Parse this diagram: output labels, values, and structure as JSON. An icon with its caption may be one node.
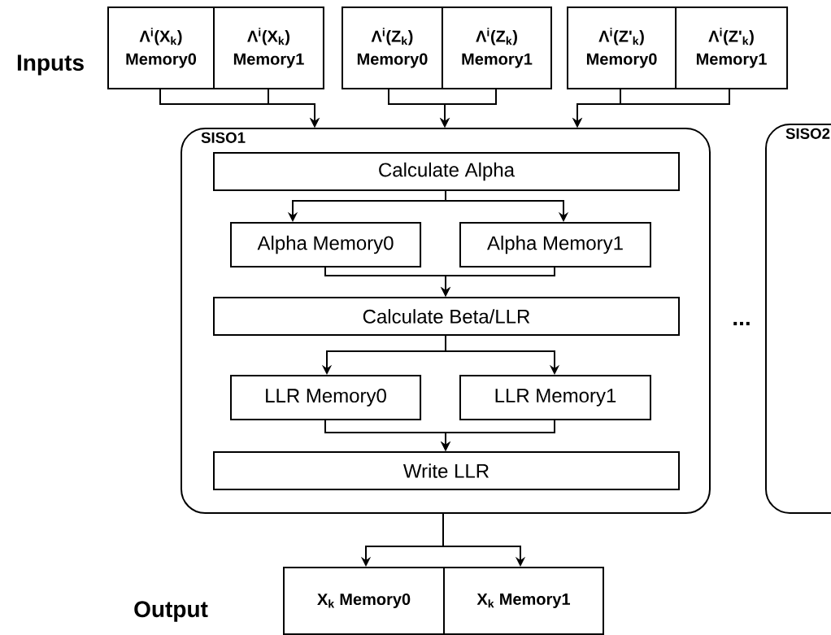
{
  "diagram": {
    "nodes": [
      {
        "text": [
          "Λ$^{i}$(X$_{k}$)",
          "Memory0"
        ]
      },
      {
        "text": [
          "Λ$^{i}$(X$_{k}$)",
          "Memory1"
        ]
      },
      {
        "text": [
          "Λ$^{i}$(Z$_{k}$)",
          "Memory0"
        ]
      },
      {
        "text": [
          "Λ$^{i}$(Z$_{k}$)",
          "Memory1"
        ]
      },
      {
        "text": [
          "Λ$^{i}$(Z'$_{k}$)",
          "Memory0"
        ]
      },
      {
        "text": [
          "Λ$^{i}$(Z'$_{k}$)",
          "Memory1"
        ]
      },
      {
        "text": [
          "SISO1"
        ]
      },
      {
        "text": [
          "Calculate Alpha"
        ],
        "in": 6
      },
      {
        "text": [
          "Alpha Memory0"
        ],
        "in": 6
      },
      {
        "text": [
          "Alpha Memory1"
        ],
        "in": 6
      },
      {
        "text": [
          "Calculate Beta/LLR"
        ],
        "in": 6
      },
      {
        "text": [
          "LLR Memory0"
        ],
        "in": 6
      },
      {
        "text": [
          "LLR Memory1"
        ],
        "in": 6
      },
      {
        "text": [
          "Write LLR"
        ],
        "in": 6
      },
      {
        "text": [
          "SISO2"
        ]
      },
      {
        "text": [
          "X$_{k}$ Memory0"
        ]
      },
      {
        "text": [
          "X$_{k}$ Memory1"
        ]
      }
    ],
    "edges": [
      {
        "from": 0,
        "to": 6,
        "arrow": "to"
      },
      {
        "from": 1,
        "to": 6,
        "arrow": "to"
      },
      {
        "from": 2,
        "to": 6,
        "arrow": "to"
      },
      {
        "from": 3,
        "to": 6,
        "arrow": "to"
      },
      {
        "from": 4,
        "to": 6,
        "arrow": "to"
      },
      {
        "from": 5,
        "to": 6,
        "arrow": "to"
      },
      {
        "from": 7,
        "to": 8,
        "arrow": "to"
      },
      {
        "from": 7,
        "to": 9,
        "arrow": "to"
      },
      {
        "from": 8,
        "to": 10,
        "arrow": "to"
      },
      {
        "from": 9,
        "to": 10,
        "arrow": "to"
      },
      {
        "from": 10,
        "to": 11,
        "arrow": "to"
      },
      {
        "from": 10,
        "to": 12,
        "arrow": "to"
      },
      {
        "from": 11,
        "to": 13,
        "arrow": "to"
      },
      {
        "from": 12,
        "to": 13,
        "arrow": "to"
      },
      {
        "from": 6,
        "to": 15,
        "arrow": "to"
      },
      {
        "from": 6,
        "to": 16,
        "arrow": "to"
      }
    ],
    "labels": [
      "Inputs",
      "...",
      "Output"
    ]
  }
}
